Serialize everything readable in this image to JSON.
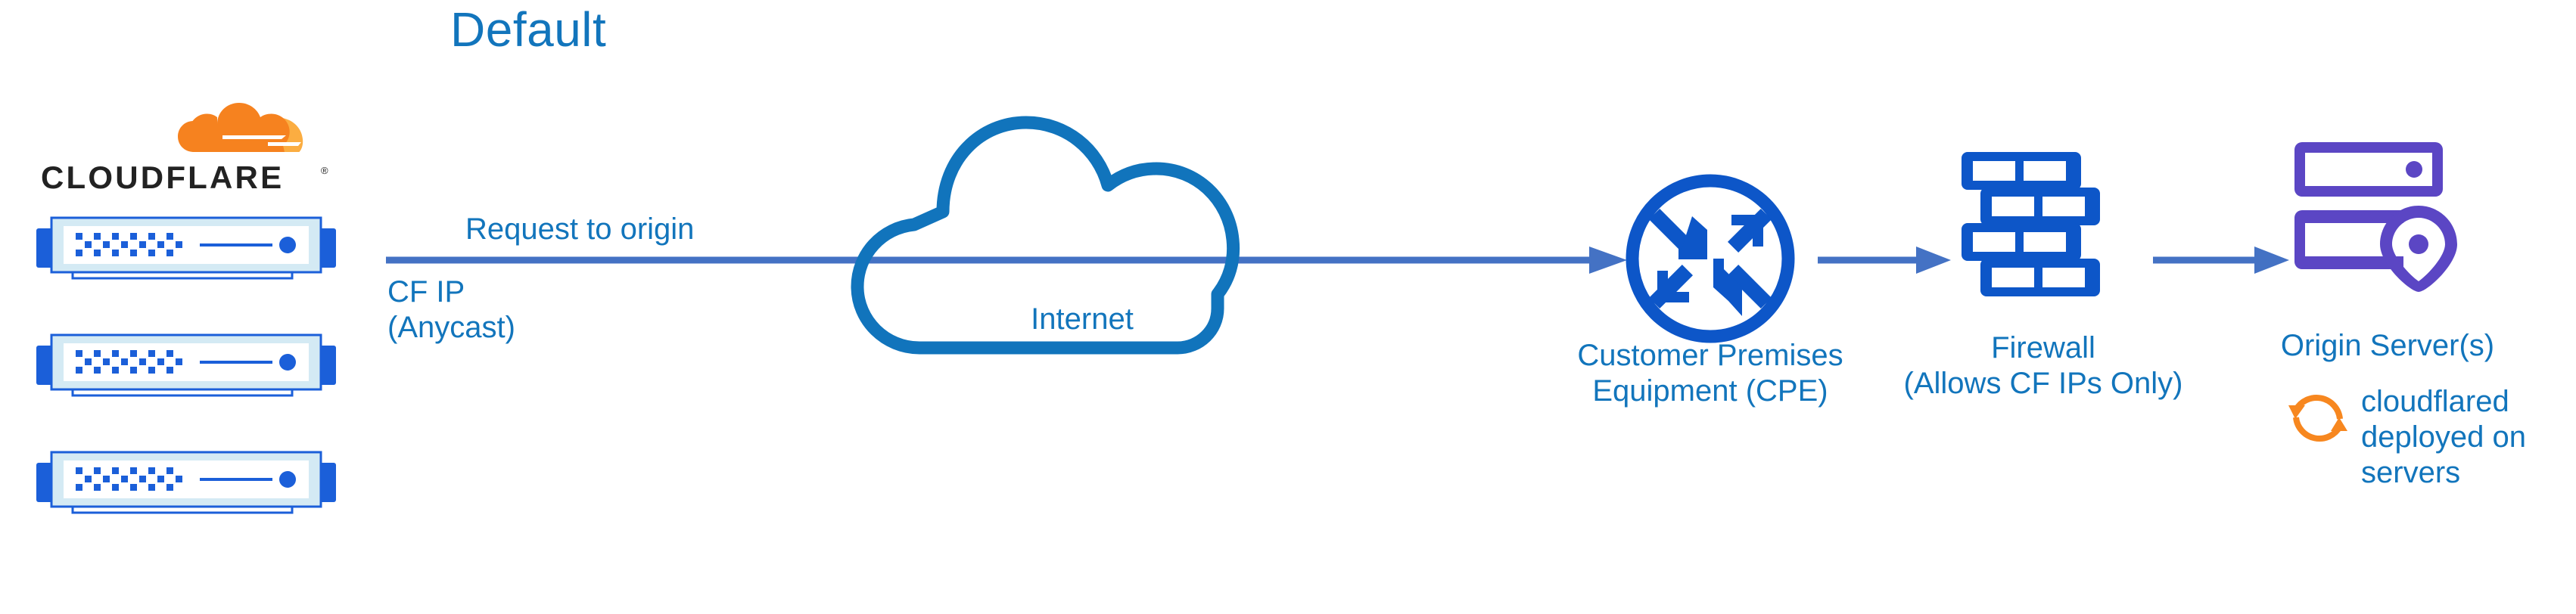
{
  "diagram": {
    "title": "Default",
    "type": "network-architecture-flow",
    "background_color": "#FFFFFF"
  },
  "colors": {
    "title_blue": "#1275BC",
    "label_blue": "#1275BC",
    "icon_blue": "#0D56C8",
    "cloud_blue": "#1174BC",
    "arrow_blue": "#4472C4",
    "origin_purple": "#5B46C4",
    "cloudflare_orange": "#F6821F",
    "cloudflare_orange_light": "#FBAD41",
    "switch_body": "#D4EAF4",
    "switch_border": "#1B5FD9",
    "wordmark_black": "#222222"
  },
  "brand": {
    "logo_name": "cloudflare-logo",
    "wordmark": "CLOUDFLARE",
    "registered_mark": "®"
  },
  "left_stack": {
    "name": "cloudflare-edge-servers",
    "unit_count": 3,
    "units": [
      {
        "label": "cloudflare-switch-unit-1"
      },
      {
        "label": "cloudflare-switch-unit-2"
      },
      {
        "label": "cloudflare-switch-unit-3"
      }
    ]
  },
  "flow": {
    "request_label": "Request to origin",
    "cf_ip_line1": "CF IP",
    "cf_ip_line2": "(Anycast)",
    "arrows": [
      {
        "name": "arrow-edge-to-cpe",
        "from": "cloudflare-edge",
        "to": "customer-premises-equipment"
      },
      {
        "name": "arrow-cpe-to-firewall",
        "from": "customer-premises-equipment",
        "to": "firewall"
      },
      {
        "name": "arrow-firewall-to-origin",
        "from": "firewall",
        "to": "origin-server"
      }
    ]
  },
  "nodes": {
    "internet": {
      "icon": "cloud-icon",
      "label": "Internet"
    },
    "cpe": {
      "icon": "router-arrows-icon",
      "label_line1": "Customer Premises",
      "label_line2": "Equipment (CPE)"
    },
    "firewall": {
      "icon": "brick-wall-icon",
      "label_line1": "Firewall",
      "label_line2": "(Allows CF IPs Only)"
    },
    "origin": {
      "icon": "server-with-location-pin-icon",
      "label": "Origin Server(s)",
      "note_icon": "sync-refresh-icon",
      "note_line1": "cloudflared",
      "note_line2": "deployed on",
      "note_line3": "servers"
    }
  }
}
